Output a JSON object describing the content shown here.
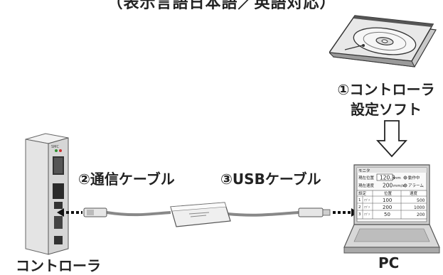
{
  "header": {
    "title": "（表示言語日本語／英語対応）"
  },
  "labels": {
    "software_line1": "①コントローラ",
    "software_line2": "設定ソフト",
    "comm_cable": "②通信ケーブル",
    "usb_cable": "③USBケーブル",
    "controller": "コントローラ",
    "pc": "PC"
  },
  "pc_screen": {
    "heading": "モニタ",
    "row1_label": "現在位置",
    "row1_value": "120.3",
    "row1_unit": "mm",
    "row1_status": "動作中",
    "row2_label": "現在速度",
    "row2_value": "200",
    "row2_unit": "mm/s",
    "row2_status": "アラーム",
    "table_head": [
      "設定",
      "位置",
      "速度"
    ],
    "table_rows": [
      {
        "no": "1",
        "type": "ｱﾌﾞｿ",
        "pos": "100",
        "speed": "500"
      },
      {
        "no": "2",
        "type": "ｱﾌﾞｿ",
        "pos": "200",
        "speed": "1000"
      },
      {
        "no": "3",
        "type": "ｱﾌﾞｿ",
        "pos": "50",
        "speed": "200"
      }
    ]
  },
  "controller": {
    "brand": "SMC"
  }
}
